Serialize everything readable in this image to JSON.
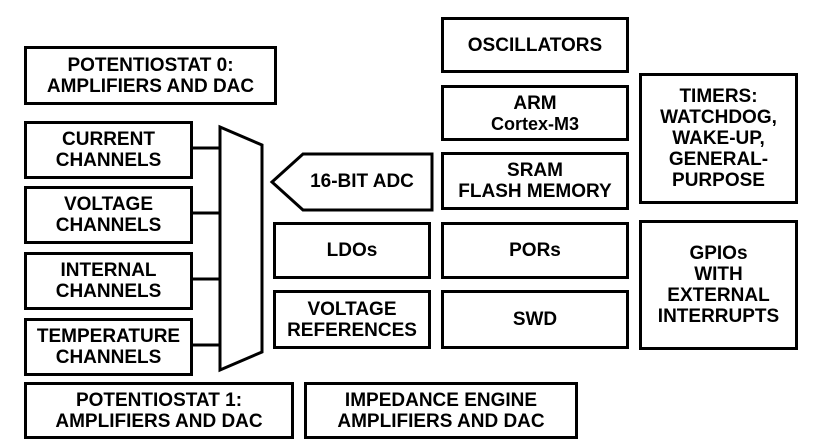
{
  "colors": {
    "line": "#000000",
    "fill": "#ffffff",
    "text": "#000000"
  },
  "blocks": {
    "potentiostat0": [
      "POTENTIOSTAT 0:",
      "AMPLIFIERS AND DAC"
    ],
    "current": [
      "CURRENT",
      "CHANNELS"
    ],
    "voltage": [
      "VOLTAGE",
      "CHANNELS"
    ],
    "internal": [
      "INTERNAL",
      "CHANNELS"
    ],
    "temperature": [
      "TEMPERATURE",
      "CHANNELS"
    ],
    "potentiostat1": [
      "POTENTIOSTAT 1:",
      "AMPLIFIERS AND DAC"
    ],
    "impedance": [
      "IMPEDANCE ENGINE",
      "AMPLIFIERS  AND DAC"
    ],
    "adc": "16-BIT ADC",
    "ldos": "LDOs",
    "voltage_refs": [
      "VOLTAGE",
      "REFERENCES"
    ],
    "oscillators": "OSCILLATORS",
    "arm": [
      "ARM",
      "Cortex-M3"
    ],
    "sram": [
      "SRAM",
      "FLASH MEMORY"
    ],
    "pors": "PORs",
    "swd": "SWD",
    "timers": [
      "TIMERS:",
      "WATCHDOG,",
      "WAKE-UP,",
      "GENERAL-",
      "PURPOSE"
    ],
    "gpios": [
      "GPIOs",
      "WITH",
      "EXTERNAL",
      "INTERRUPTS"
    ]
  }
}
